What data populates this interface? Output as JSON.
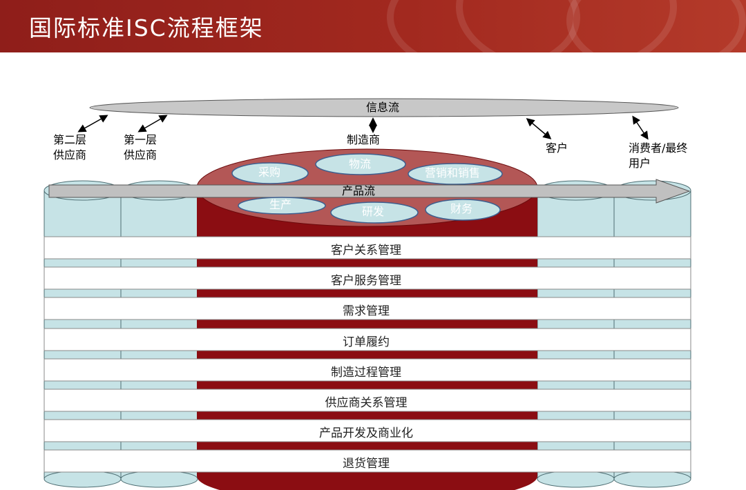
{
  "header": {
    "title": "国际标准ISC流程框架"
  },
  "diagram": {
    "info_flow": "信息流",
    "product_flow": "产品流",
    "entities": {
      "tier2_supplier": "第二层\n供应商",
      "tier1_supplier": "第一层\n供应商",
      "manufacturer": "制造商",
      "customer": "客户",
      "end_user": "消费者/最终\n用户"
    },
    "functions": [
      "采购",
      "物流",
      "营销和销售",
      "生产",
      "研发",
      "财务"
    ],
    "processes": [
      "客户关系管理",
      "客户服务管理",
      "需求管理",
      "订单履约",
      "制造过程管理",
      "供应商关系管理",
      "产品开发及商业化",
      "退货管理"
    ],
    "colors": {
      "header": "#9b241c",
      "cylinder_light": "#c6e3e6",
      "manufacturer_red": "#8b0d12",
      "manufacturer_top": "#b35756",
      "info_flow_fill": "#c8c8c8",
      "product_flow_fill": "#c0c0c0"
    }
  }
}
